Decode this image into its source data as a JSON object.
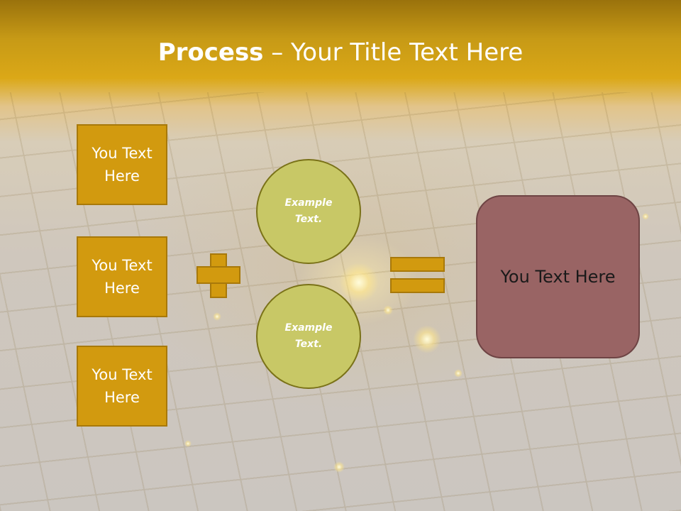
{
  "slide": {
    "title_bold": "Process",
    "title_rest": " – Your Title Text Here",
    "left_boxes": [
      {
        "label": "You Text Here"
      },
      {
        "label": "You Text Here"
      },
      {
        "label": "You Text Here"
      }
    ],
    "circles": [
      {
        "label": "Example Text."
      },
      {
        "label": "Example Text."
      }
    ],
    "result": {
      "label": "You Text Here"
    }
  },
  "colors": {
    "header_gold": "#dba817",
    "box_fill": "#d29a0f",
    "circle_fill": "#c8c866",
    "result_fill": "#996464"
  },
  "icons": {
    "operator_plus": "plus-icon",
    "operator_equals": "equals-icon"
  }
}
